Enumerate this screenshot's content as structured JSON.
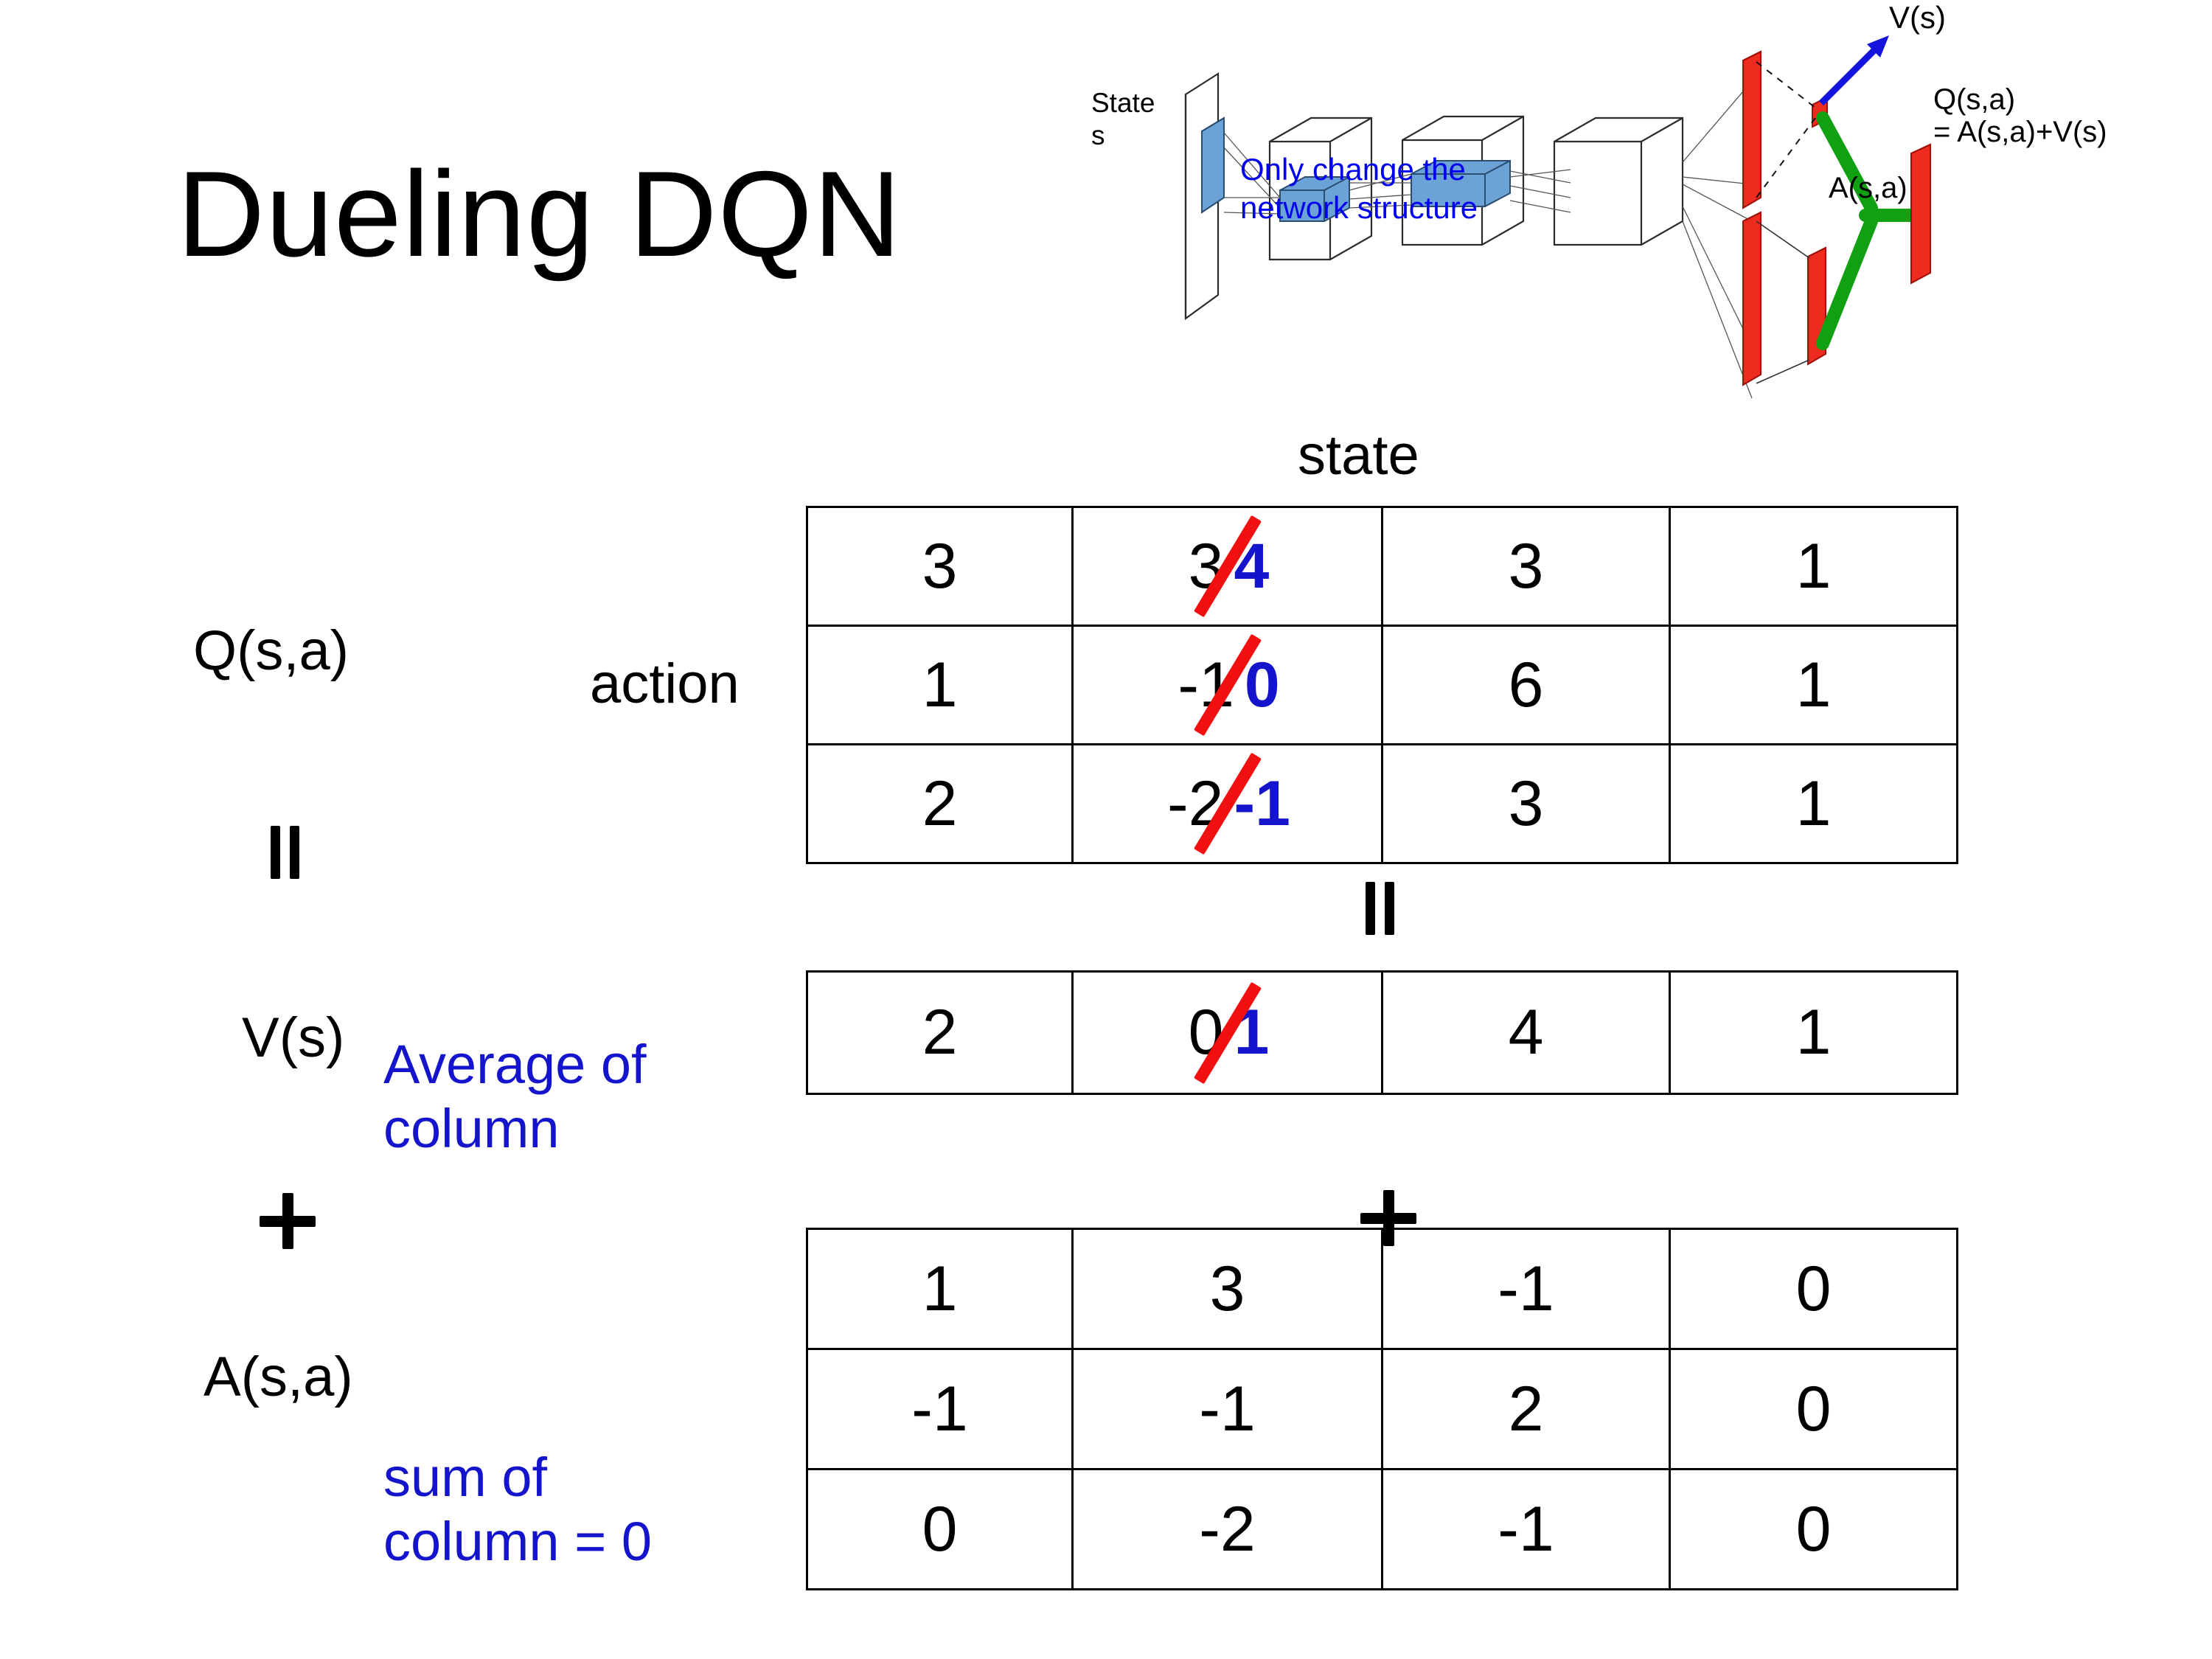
{
  "title": "Dueling DQN",
  "diagram": {
    "state_label_line1": "State",
    "state_label_line2": "s",
    "note": "Only change the\nnetwork structure",
    "note_line1": "Only change the",
    "note_line2": "network structure",
    "v_output": "V(s)",
    "a_output": "A(s,a)",
    "q_output_line1": "Q(s,a)",
    "q_output_line2": "= A(s,a)+V(s)",
    "colors": {
      "note_blue": "#0000ee",
      "stream_red": "#ee2b1f",
      "combine_green": "#11a011",
      "v_arrow_blue": "#1414dd",
      "input_blue": "#6ba3d6"
    }
  },
  "labels": {
    "state": "state",
    "action": "action",
    "q": "Q(s,a)",
    "v": "V(s)",
    "a": "A(s,a)",
    "equals_left": "=",
    "equals_mid": "=",
    "plus_left": "+",
    "plus_mid": "+"
  },
  "notes": {
    "average_of_column_line1": "Average of",
    "average_of_column_line2": "column",
    "sum_of_column_line1": "sum of",
    "sum_of_column_line2": "column = 0",
    "blue": "#1414cc"
  },
  "chart_data": {
    "type": "table",
    "title": "Dueling DQN",
    "xlabel": "state",
    "ylabel": "action",
    "tables": [
      {
        "name": "Q(s,a)",
        "rows": 3,
        "cols": 4,
        "values": [
          [
            "3",
            "3",
            "3",
            "1"
          ],
          [
            "1",
            "-1",
            "6",
            "1"
          ],
          [
            "2",
            "-2",
            "3",
            "1"
          ]
        ],
        "revisions": [
          {
            "row": 0,
            "col": 1,
            "old": "3",
            "new": "4"
          },
          {
            "row": 1,
            "col": 1,
            "old": "-1",
            "new": "0"
          },
          {
            "row": 2,
            "col": 1,
            "old": "-2",
            "new": "-1"
          }
        ]
      },
      {
        "name": "V(s)",
        "rows": 1,
        "cols": 4,
        "values": [
          [
            "2",
            "0",
            "4",
            "1"
          ]
        ],
        "revisions": [
          {
            "row": 0,
            "col": 1,
            "old": "0",
            "new": "1"
          }
        ]
      },
      {
        "name": "A(s,a)",
        "rows": 3,
        "cols": 4,
        "values": [
          [
            "1",
            "3",
            "-1",
            "0"
          ],
          [
            "-1",
            "-1",
            "2",
            "0"
          ],
          [
            "0",
            "-2",
            "-1",
            "0"
          ]
        ],
        "revisions": []
      }
    ]
  },
  "q_table": {
    "r0": {
      "c0": "3",
      "c1_old": "3",
      "c1_new": "4",
      "c2": "3",
      "c3": "1"
    },
    "r1": {
      "c0": "1",
      "c1_old": "-1",
      "c1_new": "0",
      "c2": "6",
      "c3": "1"
    },
    "r2": {
      "c0": "2",
      "c1_old": "-2",
      "c1_new": "-1",
      "c2": "3",
      "c3": "1"
    }
  },
  "v_table": {
    "r0": {
      "c0": "2",
      "c1_old": "0",
      "c1_new": "1",
      "c2": "4",
      "c3": "1"
    }
  },
  "a_table": {
    "r0": {
      "c0": "1",
      "c1": "3",
      "c2": "-1",
      "c3": "0"
    },
    "r1": {
      "c0": "-1",
      "c1": "-1",
      "c2": "2",
      "c3": "0"
    },
    "r2": {
      "c0": "0",
      "c1": "-2",
      "c2": "-1",
      "c3": "0"
    }
  }
}
